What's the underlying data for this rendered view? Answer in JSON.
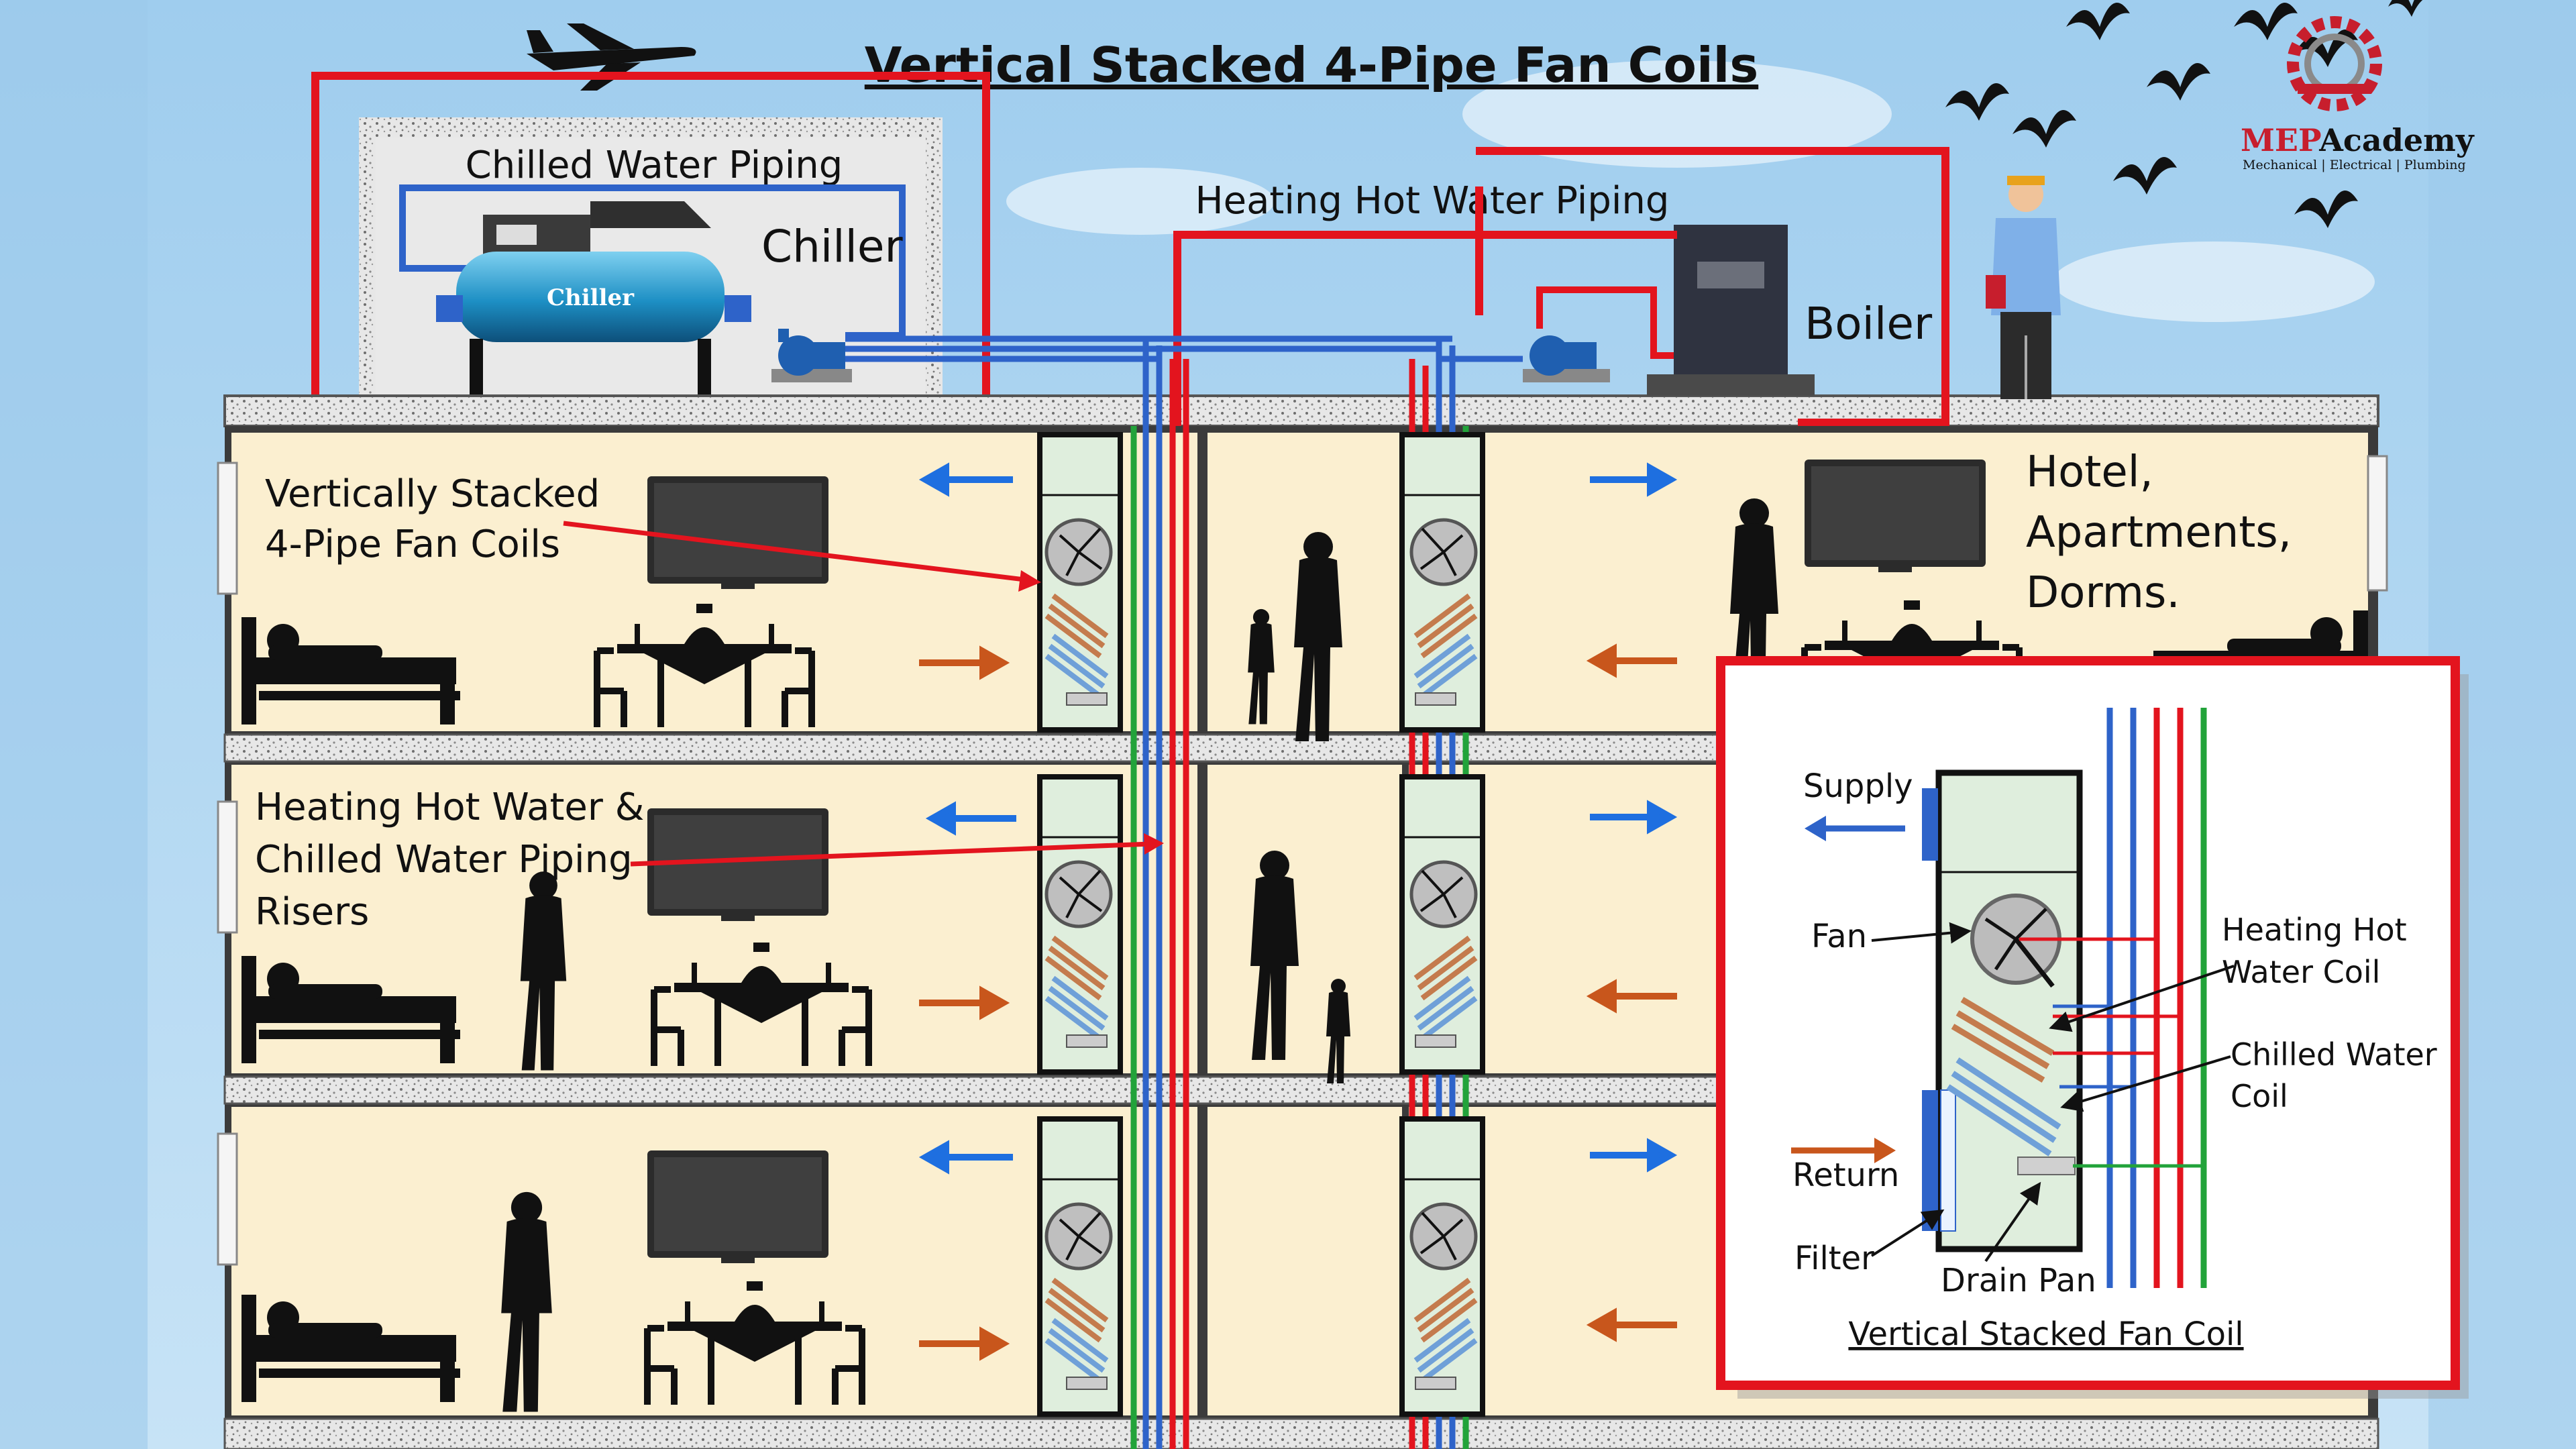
{
  "title": "Vertical Stacked 4-Pipe Fan Coils",
  "logo": {
    "brand_mep": "MEP",
    "brand_academy": "Academy",
    "tagline": "Mechanical | Electrical | Plumbing"
  },
  "labels": {
    "chilled_water_piping": "Chilled Water Piping",
    "chiller": "Chiller",
    "chiller_body": "Chiller",
    "heating_hot_water_piping": "Heating Hot Water Piping",
    "boiler": "Boiler",
    "fan_coils_line1": "Vertically Stacked",
    "fan_coils_line2": "4-Pipe Fan Coils",
    "risers_line1": "Heating Hot Water &",
    "risers_line2": "Chilled Water Piping",
    "risers_line3": "Risers",
    "hotel_line1": "Hotel,",
    "hotel_line2": "Apartments,",
    "hotel_line3": "Dorms."
  },
  "inset": {
    "supply": "Supply",
    "fan": "Fan",
    "heating_coil_line1": "Heating Hot",
    "heating_coil_line2": "Water Coil",
    "chilled_coil_line1": "Chilled Water",
    "chilled_coil_line2": "Coil",
    "return": "Return",
    "filter": "Filter",
    "drain_pan": "Drain Pan",
    "caption": "Vertical Stacked Fan Coil"
  },
  "colors": {
    "sky": "#a9d3ee",
    "room": "#fbefd0",
    "highlight_red": "#e3141e",
    "chilled_blue": "#2e63c9",
    "hot_red": "#e3141e",
    "drain_green": "#22a33a",
    "supply_arrow": "#1e6fe0",
    "return_arrow": "#c8561c"
  }
}
